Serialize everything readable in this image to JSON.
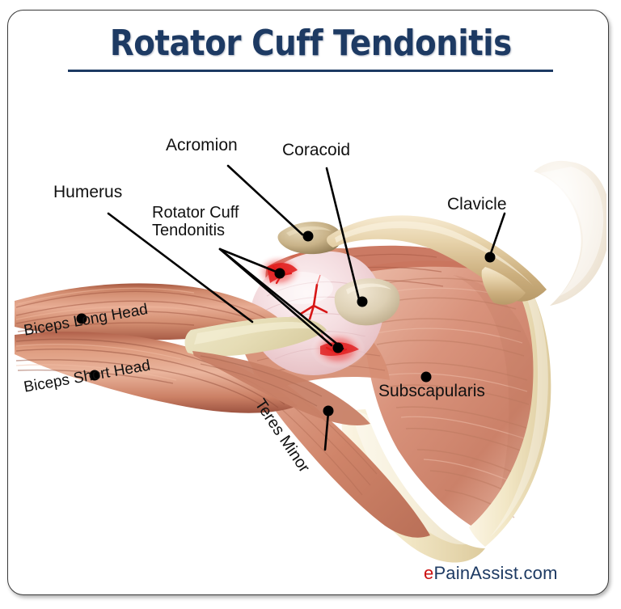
{
  "page": {
    "title": "Rotator Cuff Tendonitis",
    "watermark_prefix": "e",
    "watermark_rest": "PainAssist.com",
    "title_color": "#1d3a63",
    "watermark_accent_color": "#cc1111",
    "background_color": "#ffffff"
  },
  "diagram": {
    "subject": "Right shoulder anterior anatomical illustration showing rotator cuff tendonitis",
    "label_color": "#111111",
    "colors": {
      "muscle_light": "#e6a58e",
      "muscle_mid": "#cf7f67",
      "muscle_dark": "#a85c49",
      "bone_cream": "#f2e6c8",
      "bone_tan": "#d9c193",
      "bone_pale": "#f7f1e2",
      "inflammation_red": "#e01b1b",
      "humeral_head": "#f2d9dc",
      "leader_line": "#000000"
    },
    "labels": [
      {
        "id": "acromion",
        "text": "Acromion",
        "lines": [
          "Acromion"
        ]
      },
      {
        "id": "coracoid",
        "text": "Coracoid",
        "lines": [
          "Coracoid"
        ]
      },
      {
        "id": "clavicle",
        "text": "Clavicle",
        "lines": [
          "Clavicle"
        ]
      },
      {
        "id": "humerus",
        "text": "Humerus",
        "lines": [
          "Humerus"
        ]
      },
      {
        "id": "rotator-cuff-tendonitis",
        "text": "Rotator Cuff Tendonitis",
        "lines": [
          "Rotator Cuff",
          "Tendonitis"
        ]
      },
      {
        "id": "biceps-long-head",
        "text": "Biceps Long Head",
        "lines": [
          "Biceps Long Head"
        ]
      },
      {
        "id": "biceps-short-head",
        "text": "Biceps Short Head",
        "lines": [
          "Biceps Short Head"
        ]
      },
      {
        "id": "teres-minor",
        "text": "Teres Minor",
        "lines": [
          "Teres Minor"
        ]
      },
      {
        "id": "subscapularis",
        "text": "Subscapularis",
        "lines": [
          "Subscapularis"
        ]
      }
    ]
  }
}
